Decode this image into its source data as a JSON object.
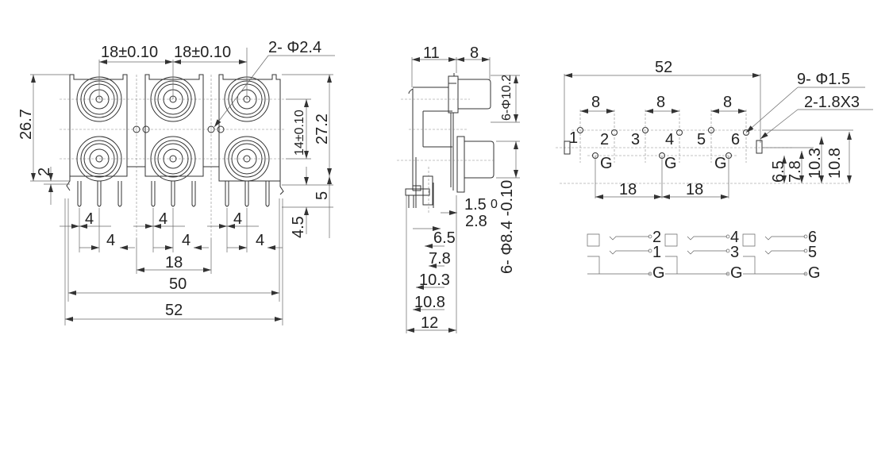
{
  "front_view": {
    "pitch_1": "18±0.10",
    "pitch_2": "18±0.10",
    "hole_callout": "2- Φ2.4",
    "height_total": "26.7",
    "offset_2": "2",
    "vertical_pitch": "14±0.10",
    "height_27": "27.2",
    "pin_5": "5",
    "pin_4_5": "4.5",
    "pin_spacing_a": [
      "4",
      "4",
      "4"
    ],
    "pin_spacing_b": [
      "4",
      "4",
      "4"
    ],
    "span_18": "18",
    "span_50": "50",
    "span_52": "52"
  },
  "side_view": {
    "dim_11": "11",
    "dim_8": "8",
    "dia_10_2": "6-Φ10.2",
    "dia_8_4": "6- Φ8.4 -0.10",
    "tol_0": "0",
    "dim_1_5": "1.5",
    "dim_2_8": "2.8",
    "dim_6_5": "6.5",
    "dim_7_8": "7.8",
    "dim_10_3": "10.3",
    "dim_10_8": "10.8",
    "dim_12": "12"
  },
  "pcb_layout": {
    "width": "52",
    "hole_callout": "9- Φ1.5",
    "slot_callout": "2-1.8X3",
    "pitch_8": [
      "8",
      "8",
      "8"
    ],
    "pins": [
      "1",
      "2",
      "3",
      "4",
      "5",
      "6"
    ],
    "ground_labels": [
      "G",
      "G",
      "G"
    ],
    "pitch_18": [
      "18",
      "18"
    ],
    "v_6_5": "6.5",
    "v_7_8": "7.8",
    "v_10_3": "10.3",
    "v_10_8": "10.8"
  },
  "schematic": {
    "blocks": [
      {
        "top": "2",
        "mid": "1",
        "gnd": "G"
      },
      {
        "top": "4",
        "mid": "3",
        "gnd": "G"
      },
      {
        "top": "6",
        "mid": "5",
        "gnd": "G"
      }
    ]
  }
}
